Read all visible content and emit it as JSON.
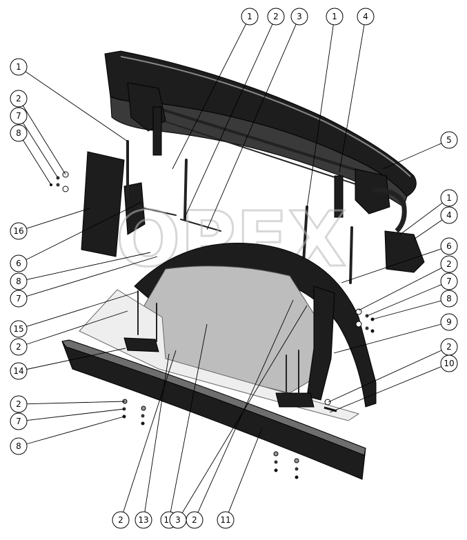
{
  "watermark": "OPEX",
  "callouts": [
    {
      "label": "1"
    },
    {
      "label": "2"
    },
    {
      "label": "3"
    },
    {
      "label": "1"
    },
    {
      "label": "4"
    },
    {
      "label": "1"
    },
    {
      "label": "2"
    },
    {
      "label": "7"
    },
    {
      "label": "8"
    },
    {
      "label": "5"
    },
    {
      "label": "1"
    },
    {
      "label": "4"
    },
    {
      "label": "16"
    },
    {
      "label": "6"
    },
    {
      "label": "6"
    },
    {
      "label": "8"
    },
    {
      "label": "2"
    },
    {
      "label": "7"
    },
    {
      "label": "7"
    },
    {
      "label": "8"
    },
    {
      "label": "15"
    },
    {
      "label": "9"
    },
    {
      "label": "2"
    },
    {
      "label": "2"
    },
    {
      "label": "14"
    },
    {
      "label": "10"
    },
    {
      "label": "2"
    },
    {
      "label": "7"
    },
    {
      "label": "8"
    },
    {
      "label": "2"
    },
    {
      "label": "13"
    },
    {
      "label": "12"
    },
    {
      "label": "3"
    },
    {
      "label": "2"
    },
    {
      "label": "11"
    }
  ]
}
